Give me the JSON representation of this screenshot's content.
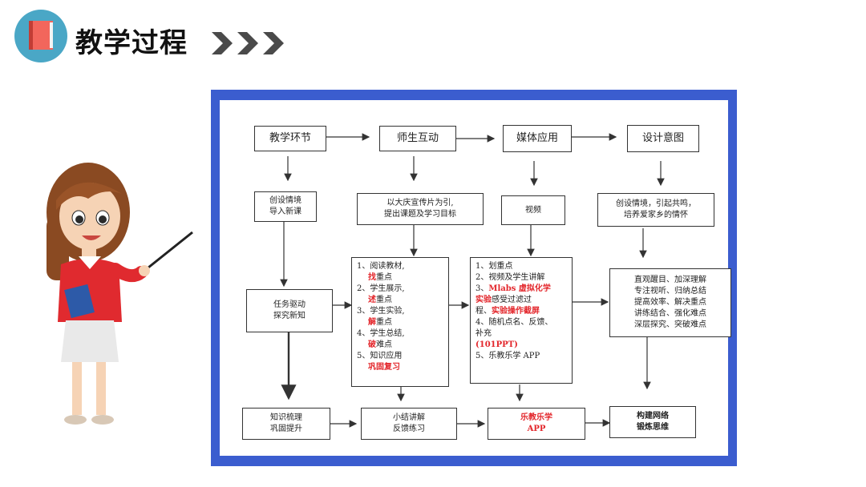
{
  "slide": {
    "title": "教学过程",
    "colors": {
      "frame": "#3b5dcf",
      "accent_red": "#e3262b",
      "title_icon_bg": "#4aa7c6",
      "chevron": "#4a4a4a"
    },
    "icons": [
      "book-icon",
      "chevron-right-icon",
      "teacher-illustration"
    ]
  },
  "diagram": {
    "headers": [
      "教学环节",
      "师生互动",
      "媒体应用",
      "设计意图"
    ],
    "row2": {
      "c1": [
        "创设情境",
        "导入新课"
      ],
      "c2": [
        "以大庆宣传片为引,",
        "提出课题及学习目标"
      ],
      "c3": [
        "视频"
      ],
      "c4": [
        "创设情境，引起共鸣，",
        "培养爱家乡的情怀"
      ]
    },
    "row3": {
      "c1": [
        "任务驱动",
        "探究新知"
      ],
      "c2": {
        "l1": "1、阅读教材,",
        "l1b_red": "找",
        "l1b": "重点",
        "l2": "2、学生展示,",
        "l2b_red": "述",
        "l2b": "重点",
        "l3": "3、学生实验,",
        "l3b_red": "解",
        "l3b": "重点",
        "l4": "4、学生总结,",
        "l4b_red": "破",
        "l4b": "难点",
        "l5": "5、知识应用",
        "l5b_red": "巩固复习"
      },
      "c3": {
        "l1": "1、划重点",
        "l2": "2、视频及学生讲解",
        "l3a": "3、",
        "l3_red": "Mlabs 虚拟化学",
        "l4_red": "实验",
        "l4b": "感受过滤过",
        "l5a": "程、",
        "l5_red": "实验操作截屏",
        "l6": "4、随机点名、反馈、",
        "l7": "补充",
        "l8_red": "(101PPT)",
        "l9": "5、乐教乐学 APP"
      },
      "c4": [
        "直观醒目、加深理解",
        "专注视听、归纳总结",
        "提高效率、解决重点",
        "讲练结合、强化难点",
        "深层探究、突破难点"
      ]
    },
    "row4": {
      "c1": [
        "知识梳理",
        "巩固提升"
      ],
      "c2": [
        "小结讲解",
        "反馈练习"
      ],
      "c3": [
        "乐教乐学",
        "APP"
      ],
      "c4": [
        "构建网络",
        "锻炼思维"
      ]
    }
  }
}
